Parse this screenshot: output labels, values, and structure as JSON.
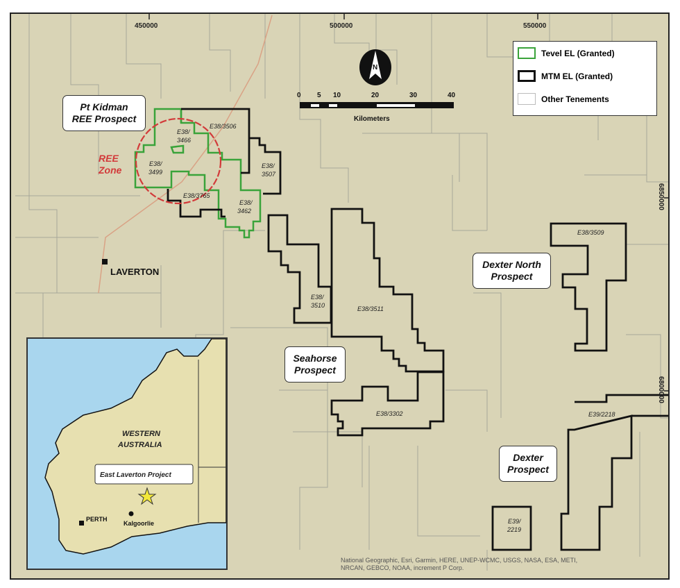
{
  "axes": {
    "easting": [
      "450000",
      "500000",
      "550000"
    ],
    "northing": [
      "6850000",
      "6800000"
    ]
  },
  "north_arrow": "N",
  "scale": {
    "ticks": [
      "0",
      "5",
      "10",
      "20",
      "30",
      "40"
    ],
    "unit": "Kilometers"
  },
  "legend": [
    {
      "label": "Tevel EL (Granted)",
      "color": "#3aa33a"
    },
    {
      "label": "MTM EL (Granted)",
      "color": "#111111"
    },
    {
      "label": "Other Tenements",
      "color": "#bbbbbb"
    }
  ],
  "prospects": {
    "pt_kidman": [
      "Pt Kidman",
      "REE Prospect"
    ],
    "ree_zone": [
      "REE",
      "Zone"
    ],
    "seahorse": [
      "Seahorse",
      "Prospect"
    ],
    "dexter_north": [
      "Dexter North",
      "Prospect"
    ],
    "dexter": [
      "Dexter",
      "Prospect"
    ]
  },
  "town": "LAVERTON",
  "tenements": {
    "e3506": "E38/3506",
    "e3466": [
      "E38/",
      "3466"
    ],
    "e3499": [
      "E38/",
      "3499"
    ],
    "e3507": [
      "E38/",
      "3507"
    ],
    "e3765": "E38/3765",
    "e3462": [
      "E38/",
      "3462"
    ],
    "e3510": [
      "E38/",
      "3510"
    ],
    "e3511": "E38/3511",
    "e3302": "E38/3302",
    "e3509": "E38/3509",
    "e2218": "E39/2218",
    "e2219": [
      "E39/",
      "2219"
    ]
  },
  "inset": {
    "state": [
      "WESTERN",
      "AUSTRALIA"
    ],
    "project": "East Laverton Project",
    "perth": "PERTH",
    "kalgoorlie": "Kalgoorlie"
  },
  "attribution": [
    "National Geographic, Esri, Garmin, HERE, UNEP-WCMC, USGS, NASA, ESA, METI,",
    "NRCAN, GEBCO, NOAA, increment P Corp."
  ]
}
